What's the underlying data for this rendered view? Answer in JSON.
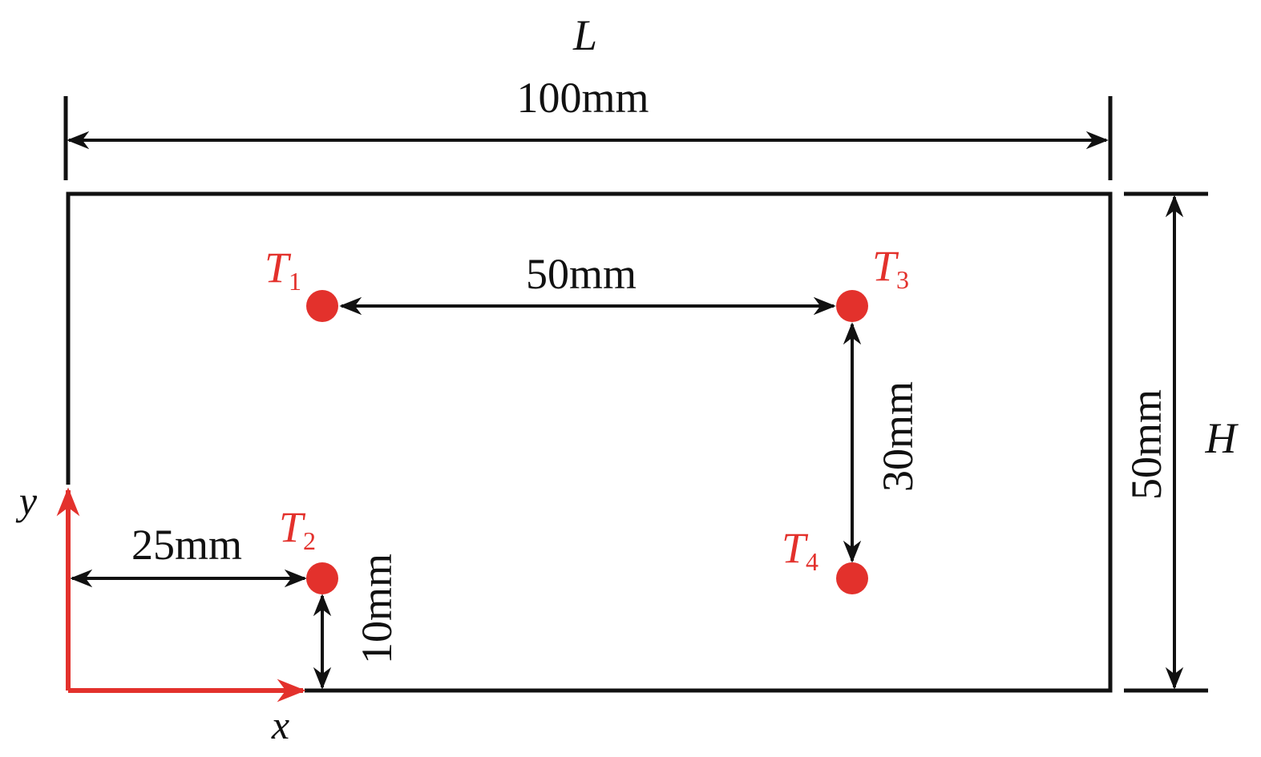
{
  "colors": {
    "line": "#111111",
    "accent": "#e3312c"
  },
  "dimensions": {
    "length_symbol": "L",
    "length_value": "100mm",
    "height_symbol": "H",
    "height_value": "50mm",
    "t1_t3_spacing": "50mm",
    "t3_t4_spacing": "30mm",
    "t2_x_offset": "25mm",
    "t2_y_offset": "10mm"
  },
  "axes": {
    "x": "x",
    "y": "y"
  },
  "points": [
    {
      "name": "T",
      "sub": "1"
    },
    {
      "name": "T",
      "sub": "2"
    },
    {
      "name": "T",
      "sub": "3"
    },
    {
      "name": "T",
      "sub": "4"
    }
  ]
}
